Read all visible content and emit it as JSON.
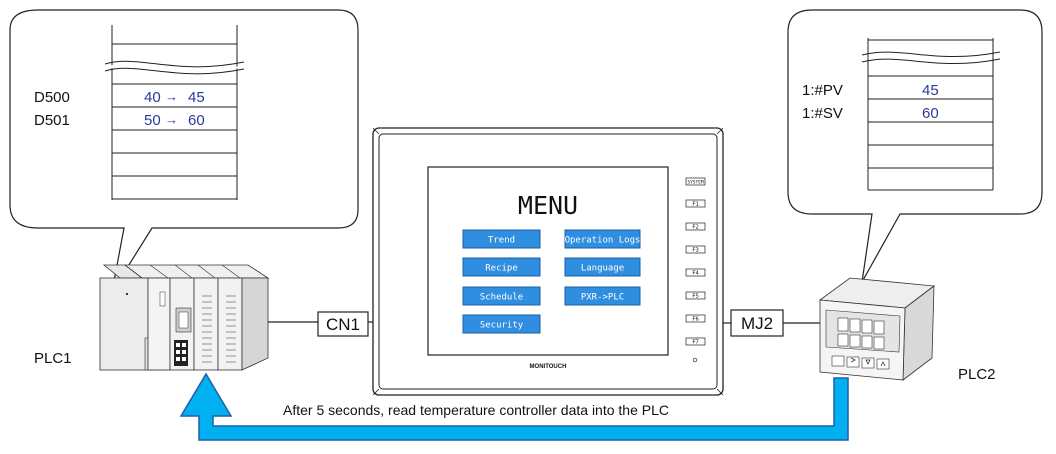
{
  "left_callout": {
    "rows": [
      {
        "address": "D500",
        "old": "40",
        "arrow": "→",
        "new": "45"
      },
      {
        "address": "D501",
        "old": "50",
        "arrow": "→",
        "new": "60"
      }
    ]
  },
  "right_callout": {
    "rows": [
      {
        "address": "1:#PV",
        "value": "45"
      },
      {
        "address": "1:#SV",
        "value": "60"
      }
    ]
  },
  "hmi": {
    "menu_title": "MENU",
    "buttons": [
      "Trend",
      "Operation Logs",
      "Recipe",
      "Language",
      "Schedule",
      "PXR->PLC",
      "Security"
    ],
    "system_key": "SYSTEM",
    "function_keys": [
      "F1",
      "F2",
      "F3",
      "F4",
      "F5",
      "F6",
      "F7"
    ],
    "brand": "MONITOUCH"
  },
  "ports": {
    "left": "CN1",
    "right": "MJ2"
  },
  "devices": {
    "left": "PLC1",
    "right": "PLC2"
  },
  "caption": "After 5 seconds, read temperature controller data into the PLC",
  "colors": {
    "arrow_fill": "#00b0f0",
    "arrow_stroke": "#1f5fa8",
    "button_fill": "#2f8ee0",
    "value_text": "#2a3a9a"
  }
}
